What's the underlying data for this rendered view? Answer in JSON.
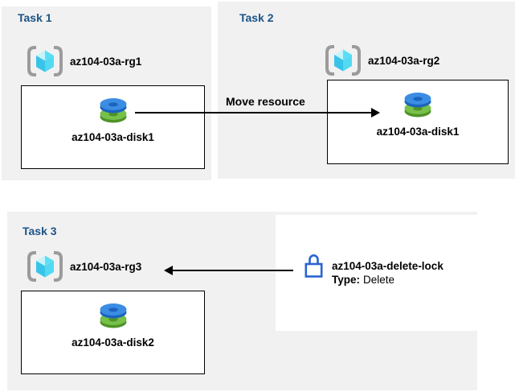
{
  "diagram": {
    "tasks": [
      {
        "title": "Task 1",
        "resource_group": "az104-03a-rg1",
        "disk": "az104-03a-disk1"
      },
      {
        "title": "Task 2",
        "resource_group": "az104-03a-rg2",
        "disk": "az104-03a-disk1"
      },
      {
        "title": "Task 3",
        "resource_group": "az104-03a-rg3",
        "disk": "az104-03a-disk2"
      }
    ],
    "move_arrow": {
      "label": "Move resource"
    },
    "lock": {
      "name": "az104-03a-delete-lock",
      "type_label": "Type:",
      "type_value": "Delete"
    },
    "icons": {
      "resource_group": "resource-group-icon",
      "disk": "disk-icon",
      "lock": "lock-icon"
    },
    "colors": {
      "panel_bg": "#F1F1F1",
      "title_blue": "#1B5387",
      "label_black": "#000000",
      "arrow_black": "#000000",
      "box_border": "#000000",
      "lock_blue": "#2A63D4",
      "disk_blue_top": "#3B8DE4",
      "disk_blue_dark": "#1B64BE",
      "disk_green_top": "#77C04A",
      "disk_green_dark": "#4F9327",
      "cube_top_left": "#C7F3FB",
      "cube_top_right": "#59DFF5",
      "cube_bottom_left": "#38C4E8",
      "cube_bottom_right": "#54D9F2",
      "bracket_gray": "#9B9B9B"
    }
  }
}
